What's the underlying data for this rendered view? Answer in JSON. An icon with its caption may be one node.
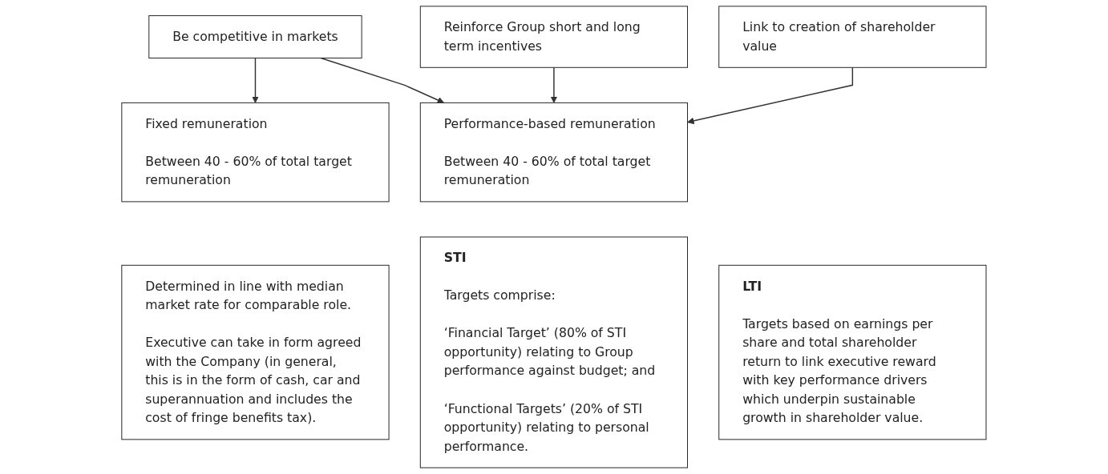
{
  "diagram": {
    "nodes": [
      {
        "text": [
          "Be competitive in markets"
        ]
      },
      {
        "text": [
          "Reinforce Group short and long term incentives"
        ]
      },
      {
        "text": [
          "Link to creation of shareholder value"
        ]
      },
      {
        "text": [
          "Fixed remuneration",
          "Between 40 - 60% of total target remuneration"
        ]
      },
      {
        "text": [
          "Performance-based remuneration",
          "Between 40 - 60% of total target remuneration"
        ]
      },
      {
        "text": [
          "Determined in line with median market rate for comparable role.",
          "Executive can take in form agreed with the Company (in general, this is in the form of cash, car and superannuation and includes the cost of fringe benefits tax)."
        ]
      },
      {
        "text": [
          "STI",
          "Targets comprise:",
          "‘Financial Target’ (80% of STI opportunity) relating to Group performance against budget; and",
          "‘Functional Targets’ (20% of STI opportunity) relating to personal performance."
        ]
      },
      {
        "text": [
          "LTI",
          "Targets based on earnings per share and total shareholder return to link executive reward with key performance drivers which underpin sustainable growth in shareholder value."
        ]
      }
    ],
    "edges": [
      {
        "from": 0,
        "to": 3,
        "arrow": "to"
      },
      {
        "from": 0,
        "to": 4,
        "arrow": "to"
      },
      {
        "from": 1,
        "to": 4,
        "arrow": "to"
      },
      {
        "from": 2,
        "to": 4,
        "arrow": "to"
      }
    ]
  }
}
